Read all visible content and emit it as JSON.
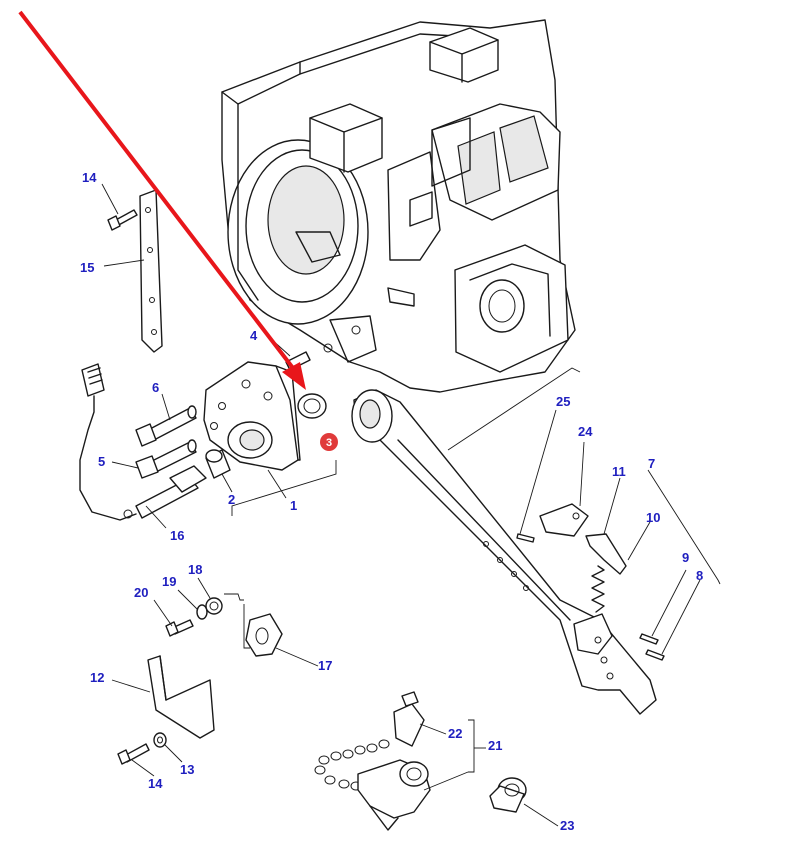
{
  "diagram": {
    "labels": {
      "l1": "1",
      "l2": "2",
      "l4": "4",
      "l5": "5",
      "l6": "6",
      "l7": "7",
      "l8": "8",
      "l9": "9",
      "l10": "10",
      "l11": "11",
      "l12": "12",
      "l13": "13",
      "l14a": "14",
      "l14b": "14",
      "l15": "15",
      "l16": "16",
      "l17": "17",
      "l18": "18",
      "l19": "19",
      "l20": "20",
      "l21": "21",
      "l22": "22",
      "l23": "23",
      "l24": "24",
      "l25": "25"
    },
    "highlight": {
      "badge": "3",
      "arrow_color": "#e8161b",
      "badge_color": "#e03a3a"
    },
    "label_color": "#1f1fbf"
  }
}
